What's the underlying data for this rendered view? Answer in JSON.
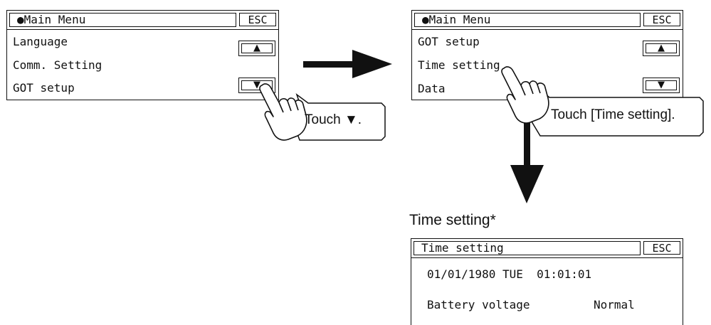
{
  "screen1": {
    "title": "●Main Menu",
    "esc_label": "ESC",
    "items": [
      "Language",
      "Comm. Setting",
      "GOT setup"
    ],
    "up_glyph": "▲",
    "down_glyph": "▼"
  },
  "screen2": {
    "title": "●Main Menu",
    "esc_label": "ESC",
    "items": [
      "GOT setup",
      "Time setting",
      "Data"
    ],
    "up_glyph": "▲",
    "down_glyph": "▼"
  },
  "callout1": "Touch ▼.",
  "callout2": "Touch [Time setting].",
  "caption3": "Time setting*",
  "screen3": {
    "title": "Time setting",
    "esc_label": "ESC",
    "datetime": "01/01/1980 TUE  01:01:01",
    "battery_label": "Battery voltage",
    "battery_value": "Normal"
  },
  "icons": {
    "arrow_right": "arrow-right-icon",
    "arrow_down": "arrow-down-icon",
    "hand": "pointing-hand-icon"
  }
}
